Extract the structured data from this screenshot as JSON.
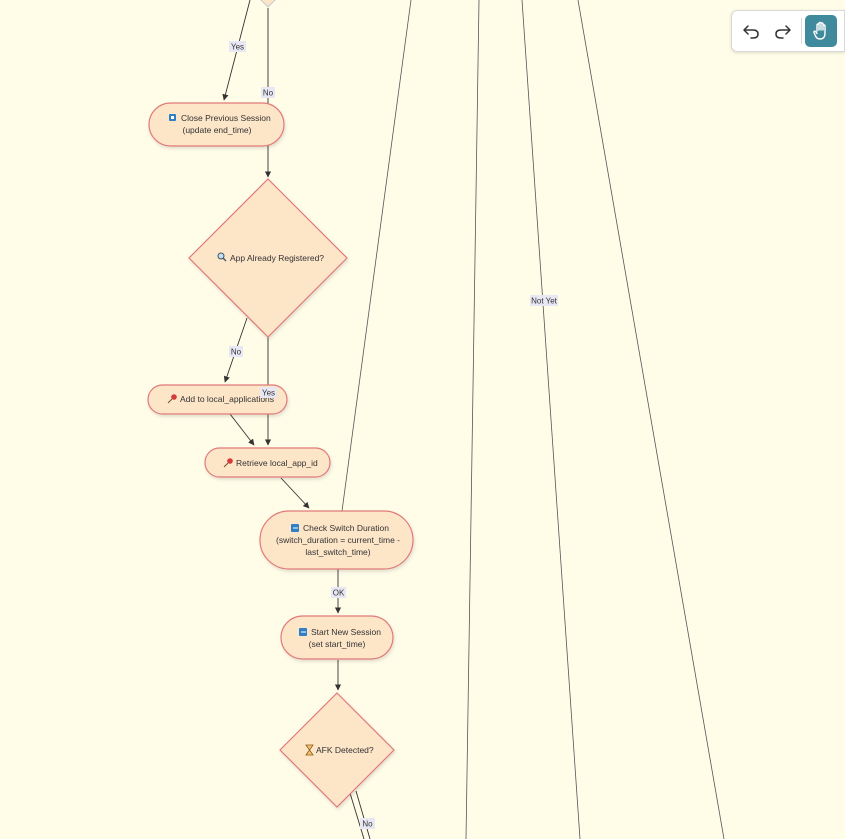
{
  "flowchart": {
    "nodes": {
      "close_previous_session": {
        "line1": "Close Previous Session",
        "line2": "(update end_time)",
        "icon": "stop-square-icon"
      },
      "app_already_registered": {
        "line1": "App Already Registered?",
        "icon": "magnifier-icon"
      },
      "add_to_local_applications": {
        "line1": "Add to local_applications",
        "icon": "pushpin-icon"
      },
      "retrieve_local_app_id": {
        "line1": "Retrieve local_app_id",
        "icon": "pushpin-icon"
      },
      "check_switch_duration": {
        "line1": "Check Switch Duration",
        "line2": "(switch_duration = current_time -",
        "line3": "last_switch_time)",
        "icon": "arrow-icon"
      },
      "start_new_session": {
        "line1": "Start New Session",
        "line2": "(set start_time)",
        "icon": "new-icon"
      },
      "afk_detected": {
        "line1": "AFK Detected?",
        "icon": "hourglass-icon"
      }
    },
    "edge_labels": {
      "yes_top": "Yes",
      "no_top": "No",
      "no_registered": "No",
      "yes_registered": "Yes",
      "ok": "OK",
      "not_yet": "Not Yet",
      "no_afk": "No"
    }
  },
  "toolbar": {
    "undo": "undo-icon",
    "redo": "redo-icon",
    "pan": "hand-pan-icon"
  },
  "colors": {
    "background": "#fffde8",
    "node_fill": "#fde5c8",
    "node_stroke": "#e07a7a",
    "edge": "#333333",
    "toolbar_active": "#3f8a9d"
  }
}
